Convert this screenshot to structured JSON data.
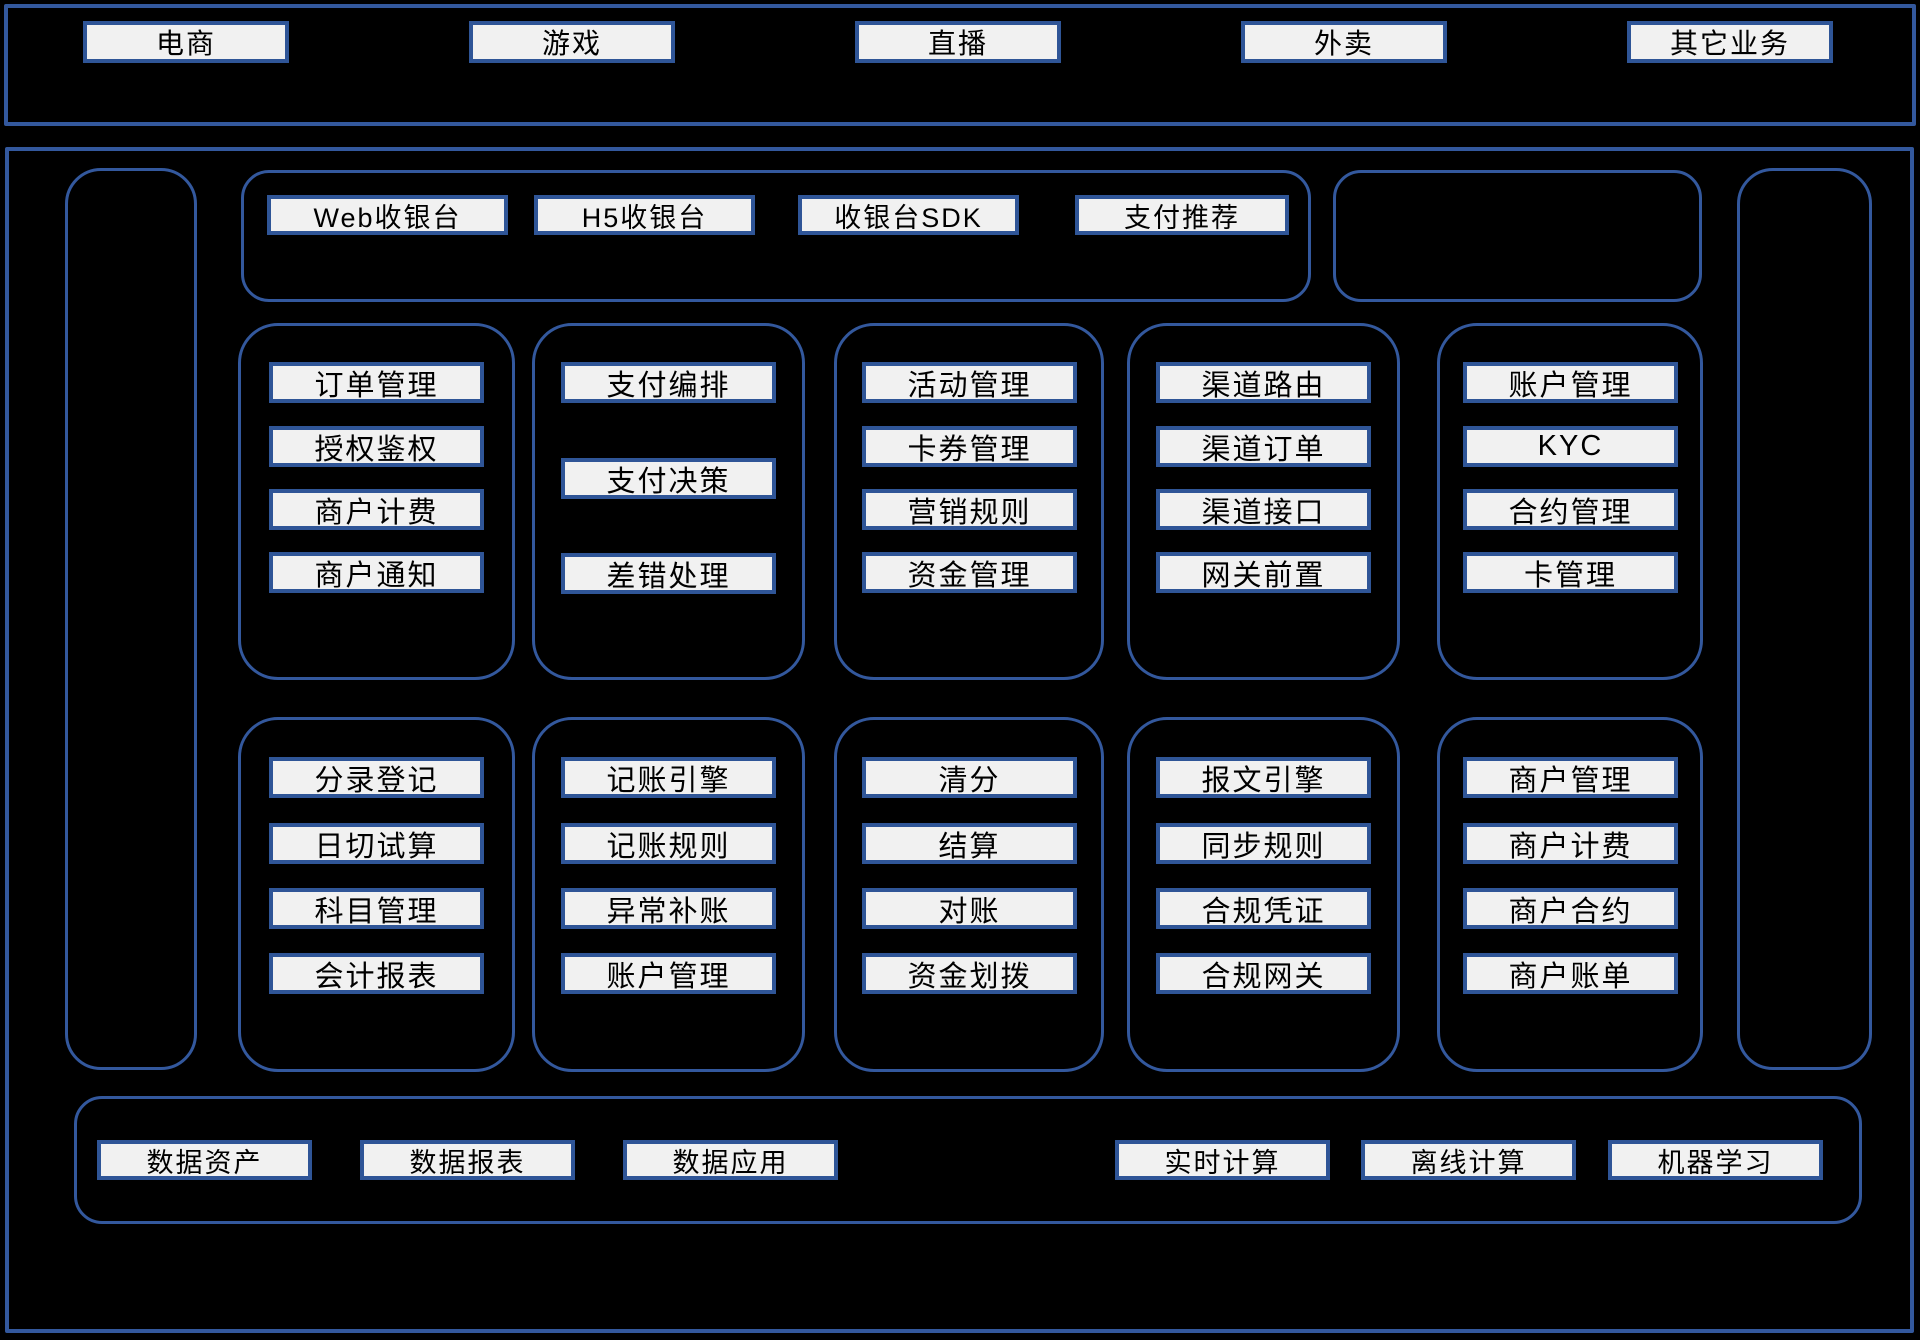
{
  "diagram": {
    "title": "payment-platform-architecture",
    "colors": {
      "background": "#000000",
      "container_border": "#33589d",
      "box_border": "#2f5597",
      "box_fill": "#f1f1f1",
      "text": "#000000"
    },
    "business_layer": {
      "items": [
        "电商",
        "游戏",
        "直播",
        "外卖",
        "其它业务"
      ]
    },
    "access_layer": {
      "items": [
        "Web收银台",
        "H5收银台",
        "收银台SDK",
        "支付推荐"
      ]
    },
    "payment_core_row": [
      {
        "items": [
          "订单管理",
          "授权鉴权",
          "商户计费",
          "商户通知"
        ]
      },
      {
        "items": [
          "支付编排",
          "支付决策",
          "差错处理"
        ]
      },
      {
        "items": [
          "活动管理",
          "卡券管理",
          "营销规则",
          "资金管理"
        ]
      },
      {
        "items": [
          "渠道路由",
          "渠道订单",
          "渠道接口",
          "网关前置"
        ]
      },
      {
        "items": [
          "账户管理",
          "KYC",
          "合约管理",
          "卡管理"
        ]
      }
    ],
    "accounting_row": [
      {
        "items": [
          "分录登记",
          "日切试算",
          "科目管理",
          "会计报表"
        ]
      },
      {
        "items": [
          "记账引擎",
          "记账规则",
          "异常补账",
          "账户管理"
        ]
      },
      {
        "items": [
          "清分",
          "结算",
          "对账",
          "资金划拨"
        ]
      },
      {
        "items": [
          "报文引擎",
          "同步规则",
          "合规凭证",
          "合规网关"
        ]
      },
      {
        "items": [
          "商户管理",
          "商户计费",
          "商户合约",
          "商户账单"
        ]
      }
    ],
    "data_layer": {
      "left_items": [
        "数据资产",
        "数据报表",
        "数据应用"
      ],
      "right_items": [
        "实时计算",
        "离线计算",
        "机器学习"
      ]
    }
  }
}
